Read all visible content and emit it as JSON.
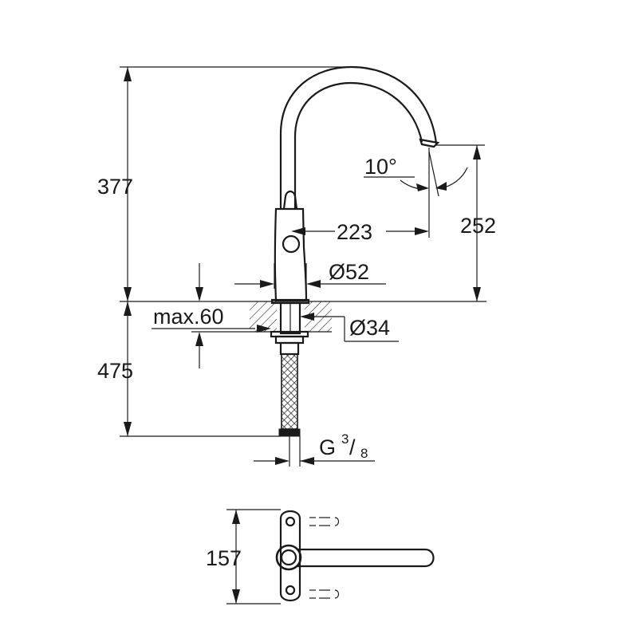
{
  "dimensions": {
    "total_height": "377",
    "spout_height": "252",
    "spout_reach": "223",
    "body_diameter": "Ø52",
    "max_deck_thickness": "max.60",
    "hole_diameter": "Ø34",
    "hose_length": "475",
    "connection_base": "G",
    "connection_num": "3",
    "connection_slash": "/",
    "connection_den": "8",
    "swivel_angle": "10°",
    "lever_width": "157"
  },
  "colors": {
    "line": "#1a1a1a",
    "background": "#ffffff"
  }
}
